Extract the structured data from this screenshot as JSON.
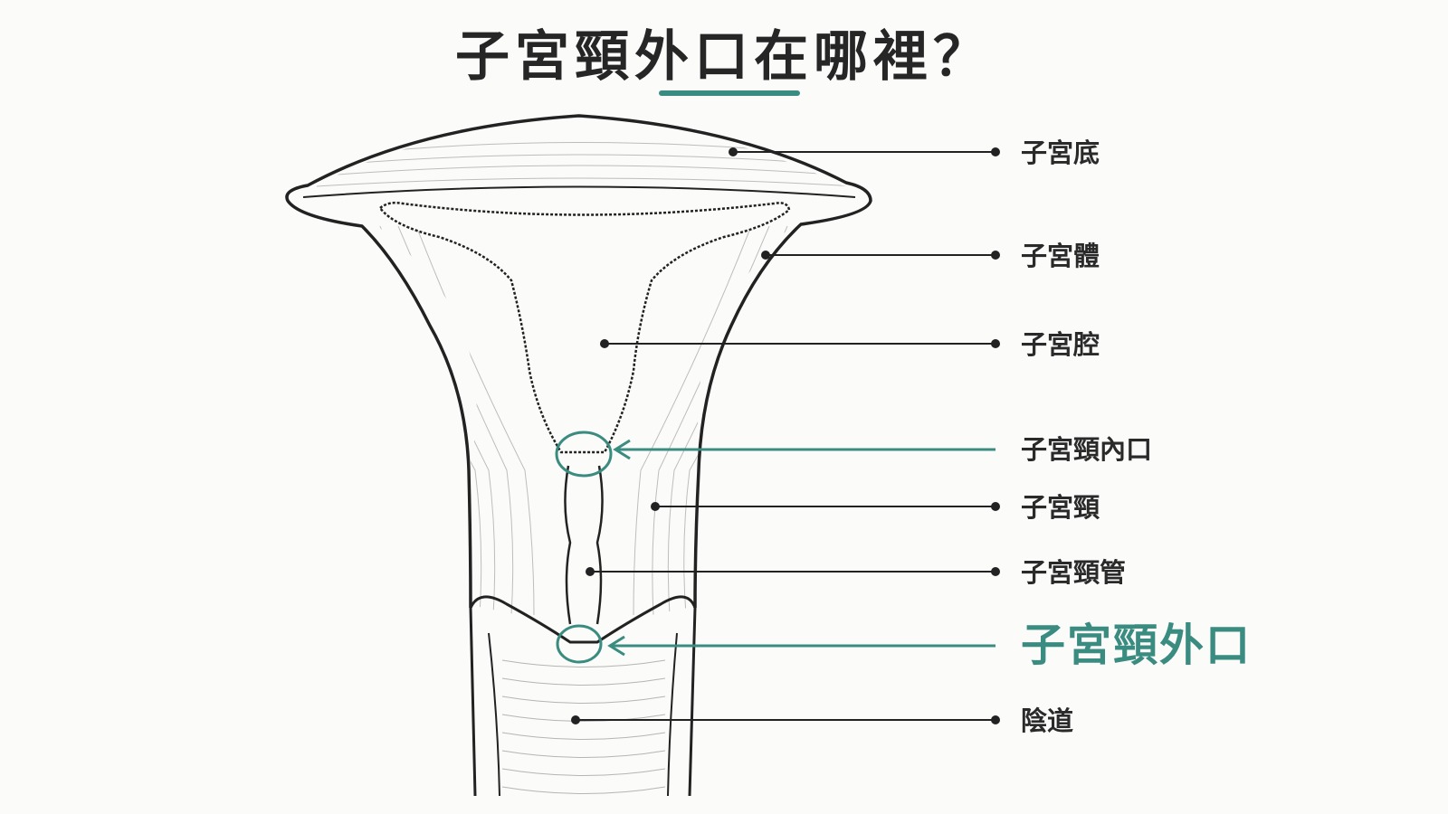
{
  "title": "子宮頸外口在哪裡？",
  "colors": {
    "accent": "#3a8c80",
    "ink": "#262626",
    "background": "#fbfbfa"
  },
  "labels": {
    "fundus": "子宮底",
    "body": "子宮體",
    "cavity": "子宮腔",
    "internal_os": "子宮頸內口",
    "cervix": "子宮頸",
    "cervical_canal": "子宮頸管",
    "external_os": "子宮頸外口",
    "vagina": "陰道"
  }
}
